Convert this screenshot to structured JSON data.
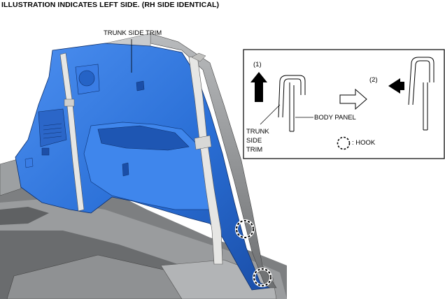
{
  "caption": "ILLUSTRATION INDICATES LEFT SIDE. (RH SIDE IDENTICAL)",
  "callout": {
    "label": "TRUNK SIDE TRIM"
  },
  "inset": {
    "step1": "(1)",
    "step2": "(2)",
    "trim_label": [
      "TRUNK",
      "SIDE",
      "TRIM"
    ],
    "panel_label": "BODY PANEL",
    "legend_label": ": HOOK"
  },
  "colors": {
    "trim_blue": "#2a6fd6",
    "trim_blue_dark": "#1d4fa8",
    "body_gray": "#8a8c8e",
    "belt_gray": "#e6e6e4"
  },
  "icons": [
    "arrow-up-icon",
    "arrow-right-outline-icon",
    "arrow-left-icon",
    "hook-marker-icon"
  ]
}
